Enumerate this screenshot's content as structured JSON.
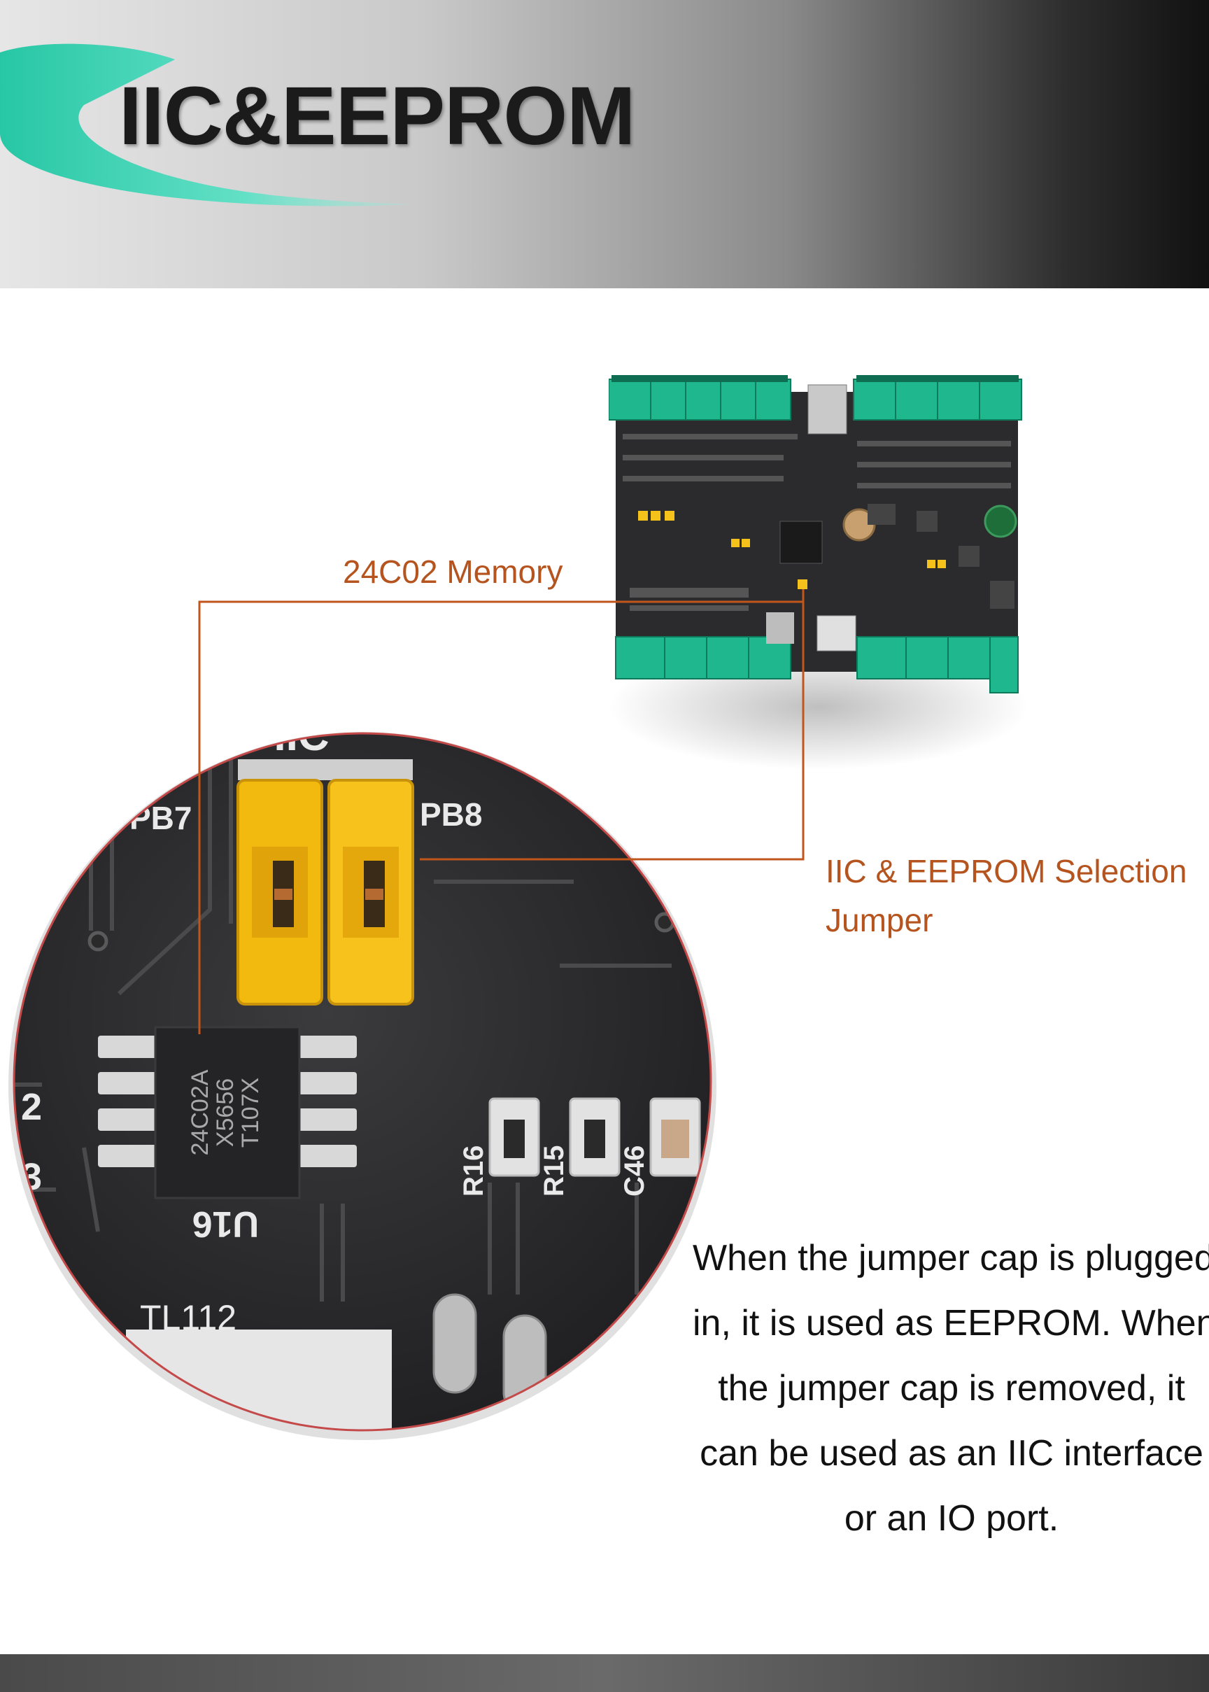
{
  "header": {
    "title": "IIC&EEPROM",
    "accent_color": "#3fd3b4"
  },
  "callouts": {
    "memory_label": "24C02 Memory",
    "jumper_label_line1": "IIC & EEPROM Selection",
    "jumper_label_line2": "Jumper",
    "line_color": "#c0561c"
  },
  "zoom_view": {
    "silkscreen_top": "PIIC",
    "pin_left": "PB7",
    "pin_right": "PB8",
    "chip_line1": "24C02A",
    "chip_line2": "X5656",
    "chip_line3": "T107X",
    "marking_u16": "U16",
    "resistor1": "R16",
    "resistor2": "R15",
    "cap1": "C46",
    "edge_num1": "2",
    "edge_num2": "3",
    "bottom_marking": "TL112"
  },
  "description": {
    "line1": "When the jumper cap is plugged",
    "line2": "in, it is used as EEPROM. When",
    "line3": "the jumper cap is removed,  it",
    "line4": "can be used as an IIC interface",
    "line5": "or an IO port."
  }
}
